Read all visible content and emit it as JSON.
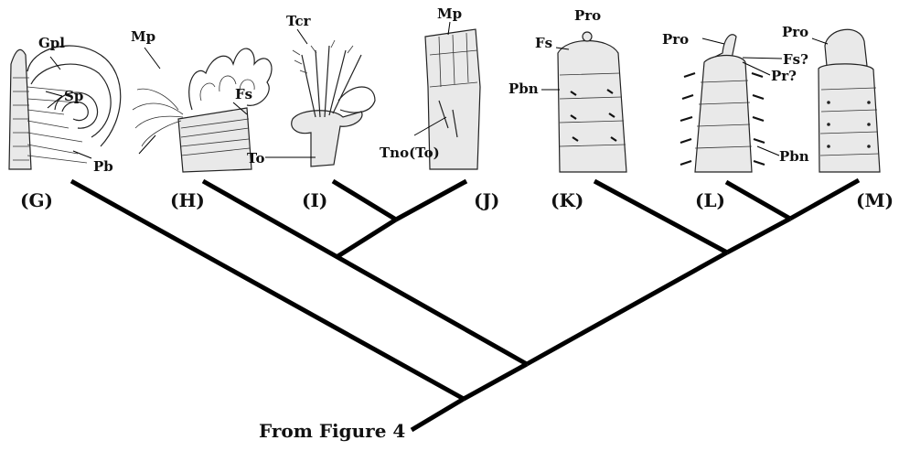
{
  "root_label": "From Figure 4",
  "taxa": [
    {
      "id": "G",
      "label": "(G)",
      "parts": [
        "Gpl",
        "Sp",
        "Pb"
      ]
    },
    {
      "id": "H",
      "label": "(H)",
      "parts": [
        "Mp",
        "Fs"
      ]
    },
    {
      "id": "I",
      "label": "(I)",
      "parts": [
        "Tcr",
        "To"
      ]
    },
    {
      "id": "J",
      "label": "(J)",
      "parts": [
        "Mp",
        "Tno(To)"
      ]
    },
    {
      "id": "K",
      "label": "(K)",
      "parts": [
        "Pro",
        "Fs",
        "Pbn"
      ]
    },
    {
      "id": "L",
      "label": "(L)",
      "parts": [
        "Pro",
        "Fs?",
        "Pr?",
        "Pbn"
      ]
    },
    {
      "id": "M",
      "label": "(M)",
      "parts": [
        "Pro"
      ]
    }
  ]
}
